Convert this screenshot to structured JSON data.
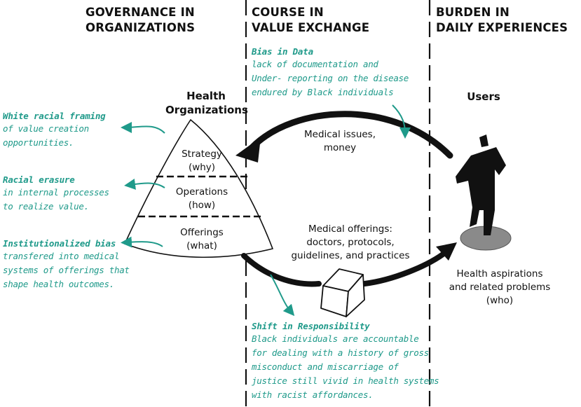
{
  "columns": [
    {
      "line1": "GOVERNANCE IN",
      "line2": "ORGANIZATIONS"
    },
    {
      "line1": "COURSE IN",
      "line2": "VALUE EXCHANGE"
    },
    {
      "line1": "BURDEN IN",
      "line2": "DAILY EXPERIENCES"
    }
  ],
  "bias_in_data": {
    "title": "Bias in Data",
    "lines": [
      "lack of documentation and",
      "Under- reporting on the disease",
      "endured by Black individuals"
    ]
  },
  "health_organizations": {
    "line1": "Health",
    "line2": "Organizations"
  },
  "users_label": "Users",
  "pyramid": {
    "strategy": {
      "line1": "Strategy",
      "line2": "(why)"
    },
    "operations": {
      "line1": "Operations",
      "line2": "(how)"
    },
    "offerings": {
      "line1": "Offerings",
      "line2": "(what)"
    }
  },
  "left_notes": [
    {
      "title": "White racial framing",
      "lines": [
        "of value creation",
        "opportunities."
      ]
    },
    {
      "title": "Racial erasure",
      "lines": [
        "in internal processes",
        "to realize value."
      ]
    },
    {
      "title": "Institutionalized bias",
      "lines": [
        "transfered into medical",
        "systems of offerings that",
        "shape health outcomes."
      ]
    }
  ],
  "medical_issues": {
    "line1": "Medical issues,",
    "line2": "money"
  },
  "medical_offerings": {
    "lines": [
      "Medical offerings:",
      "doctors, protocols,",
      "guidelines, and practices"
    ]
  },
  "health_aspirations": {
    "lines": [
      "Health aspirations",
      "and related problems",
      "(who)"
    ]
  },
  "shift_in_responsibility": {
    "title": "Shift in Responsibility",
    "lines": [
      "Black individuals are accountable",
      "for dealing with a history of gross",
      "misconduct and miscarriage of",
      "justice still vivid in health systems",
      "with racist affordances."
    ]
  },
  "colors": {
    "accent": "#1f9a8a",
    "ink": "#111111",
    "shadow": "#8a8a8a"
  }
}
